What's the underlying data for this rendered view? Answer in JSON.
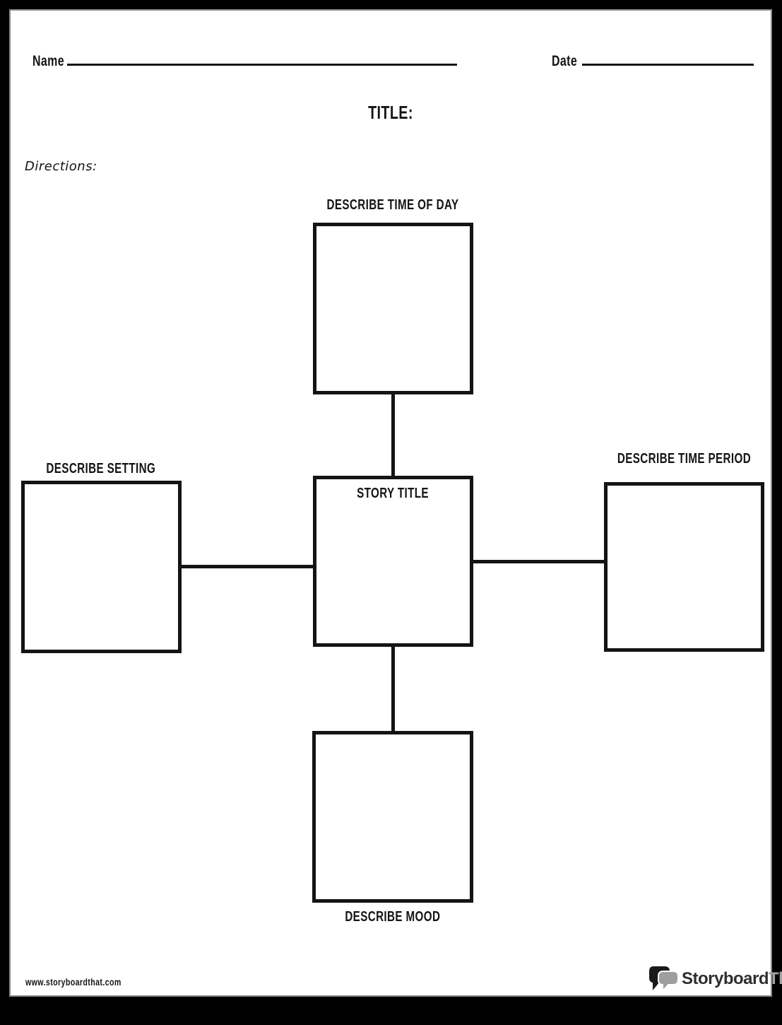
{
  "header": {
    "name_label": "Name",
    "date_label": "Date"
  },
  "title_label": "TITLE:",
  "directions_label": "Directions:",
  "diagram": {
    "center_label": "STORY TITLE",
    "top_label": "DESCRIBE TIME OF DAY",
    "left_label": "DESCRIBE SETTING",
    "right_label": "DESCRIBE TIME PERIOD",
    "bottom_label": "DESCRIBE MOOD"
  },
  "footer": {
    "website": "www.storyboardthat.com",
    "logo_text_dark": "Storyboard",
    "logo_text_light": "That"
  },
  "colors": {
    "ink": "#141414",
    "page_bg": "#ffffff",
    "frame_bg": "#000000",
    "page_edge": "#8a8a8a",
    "logo_dark": "#2e2e2e",
    "logo_light": "#a3a3a3",
    "bubble_dark": "#1a1a1a",
    "bubble_light": "#9e9e9e"
  }
}
